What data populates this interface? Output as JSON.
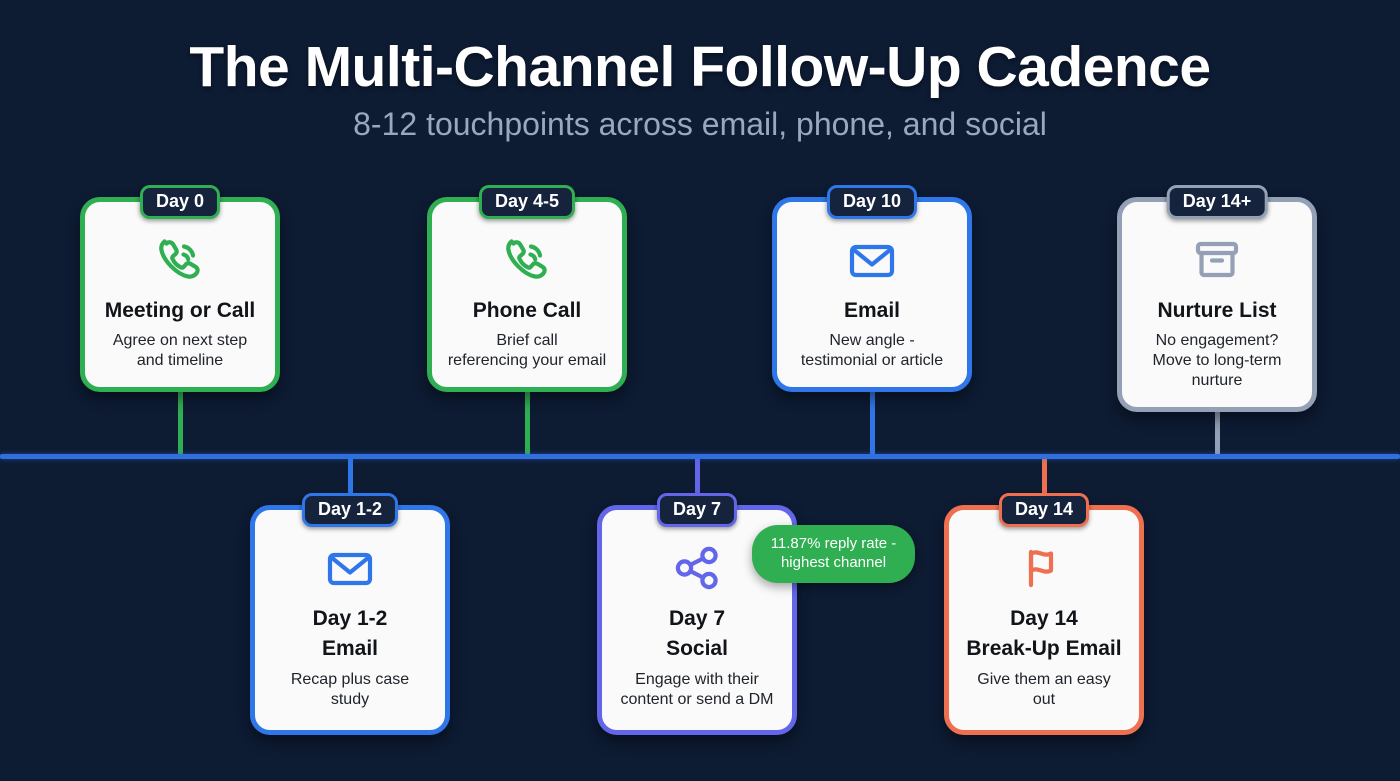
{
  "header": {
    "title": "The Multi-Channel Follow-Up Cadence",
    "subtitle": "8-12 touchpoints across email, phone, and social"
  },
  "colors": {
    "background": "#0d1b33",
    "timeline": "#2f6fe0",
    "green": "#2fae52",
    "blue": "#2f77e8",
    "slate": "#93a0b5",
    "indigo": "#6366e8",
    "coral": "#ef7050",
    "card_surface": "#fafafa",
    "badge_surface": "#16233d",
    "title_text": "#ffffff",
    "subtitle_text": "#9aa7bd"
  },
  "cards": [
    {
      "badge": "Day 0",
      "title": "Meeting or Call",
      "desc": "Agree on next step\nand timeline",
      "icon": "phone-call-icon",
      "accent": "green",
      "row": "top"
    },
    {
      "badge": "Day 1-2",
      "title": "Day 1-2\nEmail",
      "desc": "Recap plus case\nstudy",
      "icon": "envelope-icon",
      "accent": "blue",
      "row": "bottom"
    },
    {
      "badge": "Day 4-5",
      "title": "Phone Call",
      "desc": "Brief call\nreferencing your email",
      "icon": "phone-call-icon",
      "accent": "green",
      "row": "top"
    },
    {
      "badge": "Day 7",
      "title": "Day 7\nSocial",
      "desc": "Engage with their\ncontent or send a DM",
      "icon": "share-icon",
      "accent": "indigo",
      "row": "bottom"
    },
    {
      "badge": "Day 10",
      "title": "Email",
      "desc": "New angle -\ntestimonial or article",
      "icon": "envelope-icon",
      "accent": "blue",
      "row": "top"
    },
    {
      "badge": "Day 14",
      "title": "Day 14\nBreak-Up Email",
      "desc": "Give them an easy\nout",
      "icon": "flag-icon",
      "accent": "coral",
      "row": "bottom"
    },
    {
      "badge": "Day 14+",
      "title": "Nurture List",
      "desc": "No engagement?\nMove to long-term\nnurture",
      "icon": "archive-box-icon",
      "accent": "slate",
      "row": "top"
    }
  ],
  "callout": {
    "text": "11.87% reply rate -\nhighest channel"
  }
}
